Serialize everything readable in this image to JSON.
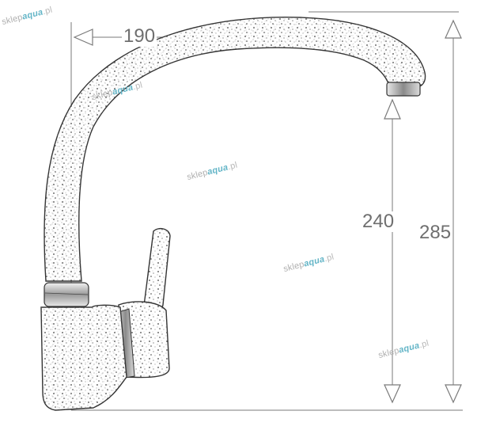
{
  "dimensions": {
    "width_label": "190",
    "spout_height_label": "240",
    "total_height_label": "285"
  },
  "watermark": {
    "prefix": "sklep",
    "accent": "aqua",
    "suffix": ".pl"
  },
  "colors": {
    "line": "#7a7a7a",
    "dim_text": "#6f6f6f",
    "watermark_accent": "#63b5c7",
    "speckle": "#444444"
  },
  "icons": [
    "left-arrow-icon",
    "up-arrow-icon",
    "down-arrow-icon"
  ]
}
